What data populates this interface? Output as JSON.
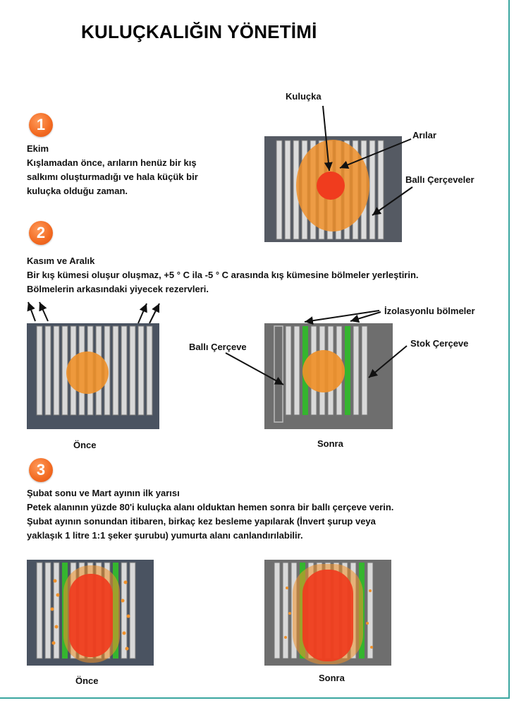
{
  "title": "KULUÇKALIĞIN YÖNETİMİ",
  "sections": [
    {
      "number": "1",
      "heading": "Ekim",
      "lines": [
        "Kışlamadan  önce, arıların henüz bir kış",
        "salkımı oluşturmadığı ve hala küçük bir",
        "kuluçka olduğu zaman."
      ],
      "labels": {
        "brood": "Kuluçka",
        "bees": "Arılar",
        "honey_frames": "Ballı Çerçeveler"
      }
    },
    {
      "number": "2",
      "heading": "Kasım ve Aralık",
      "lines": [
        "Bir kış kümesi oluşur oluşmaz, +5 ° C ila -5 ° C arasında kış kümesine bölmeler yerleştirin.",
        "Bölmelerin arkasındaki yiyecek rezervleri."
      ],
      "labels": {
        "insulated_dividers": "İzolasyonlu bölmeler",
        "honey_frame": "Ballı Çerçeve",
        "stock_frame": "Stok Çerçeve",
        "before": "Önce",
        "after": "Sonra"
      }
    },
    {
      "number": "3",
      "heading": "Şubat sonu ve Mart ayının ilk yarısı",
      "lines": [
        "Petek alanının yüzde 80'i kuluçka alanı olduktan hemen sonra bir ballı çerçeve verin.",
        "Şubat ayının sonundan itibaren, birkaç kez besleme yapılarak (İnvert şurup veya",
        "yaklaşık 1 litre 1:1 şeker şurubu) yumurta alanı canlandırılabilir."
      ],
      "labels": {
        "before": "Önce",
        "after": "Sonra"
      }
    }
  ],
  "colors": {
    "badge": "#f26a21",
    "hive_dark": "#4a5361",
    "hive_gray": "#6e6e6e",
    "frame": "#d9d9d9",
    "divider_green": "#35b52f",
    "cluster_orange": "#f0912a",
    "brood_red": "#f03c1e",
    "border_teal": "#3aa6a0"
  }
}
